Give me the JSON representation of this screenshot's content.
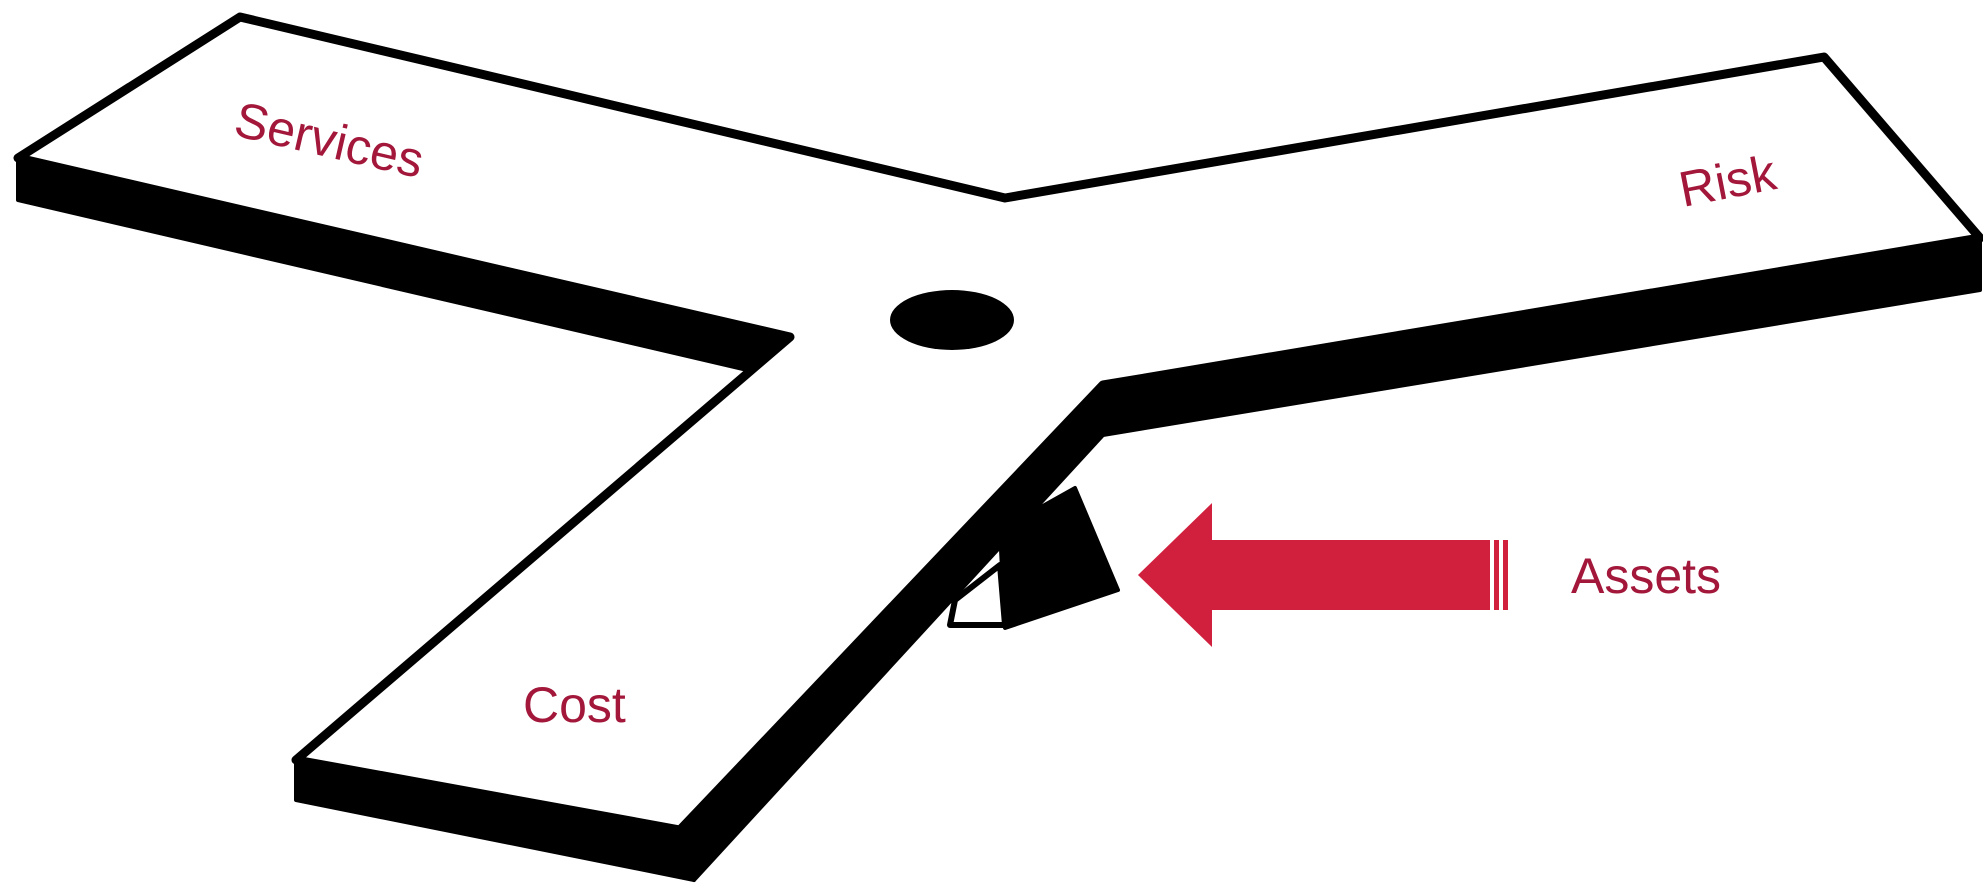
{
  "labels": {
    "services": "Services",
    "risk": "Risk",
    "cost": "Cost",
    "assets": "Assets"
  },
  "colors": {
    "label": "#a2173a",
    "arrow": "#d0203d",
    "outline": "#000000",
    "fill": "#ffffff"
  },
  "icons": {
    "pivot": "circle-pivot",
    "support": "fulcrum-wedge",
    "pointer": "left-arrow"
  }
}
